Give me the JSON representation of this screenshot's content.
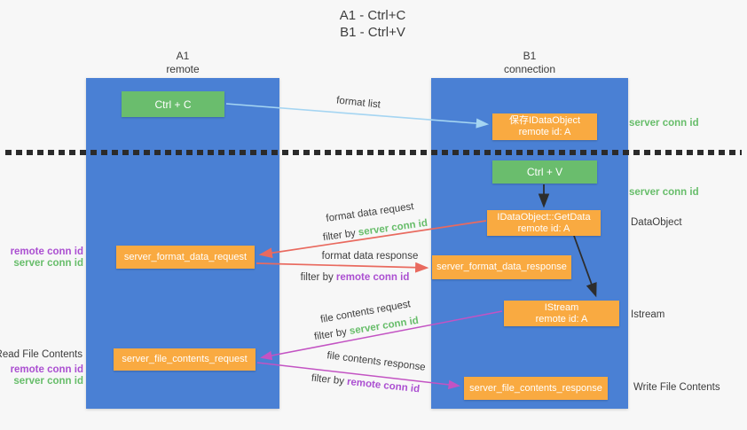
{
  "title": {
    "line1": "A1 - Ctrl+C",
    "line2": "B1 - Ctrl+V"
  },
  "lane_a": {
    "name": "A1",
    "subtitle": "remote"
  },
  "lane_b": {
    "name": "B1",
    "subtitle": "connection"
  },
  "nodes": {
    "ctrl_c": {
      "label": "Ctrl + C"
    },
    "save_dataobject": {
      "line1": "保存IDataObject",
      "line2": "remote id: A"
    },
    "ctrl_v": {
      "label": "Ctrl + V"
    },
    "getdata": {
      "line1": "IDataObject::GetData",
      "line2": "remote id: A"
    },
    "format_request": {
      "label": "server_format_data_request"
    },
    "format_response": {
      "label": "server_format_data_response"
    },
    "istream": {
      "line1": "IStream",
      "line2": "remote id: A"
    },
    "file_request": {
      "label": "server_file_contents_request"
    },
    "file_response": {
      "label": "server_file_contents_response"
    }
  },
  "edge_labels": {
    "format_list": "format list",
    "format_data_request": "format data request",
    "format_data_response": "format data response",
    "file_contents_request": "file contents request",
    "file_contents_response": "file contents response",
    "filter_by": "filter by ",
    "server_conn_id": "server conn id",
    "remote_conn_id": "remote conn id"
  },
  "annotations": {
    "left_format_remote": "remote conn id",
    "left_format_server": "server conn id",
    "read_file_contents": "Read File Contents",
    "left_file_remote": "remote conn id",
    "left_file_server": "server conn id",
    "right_server_conn_top": "server conn id",
    "right_server_conn_mid": "server conn id",
    "data_object": "DataObject",
    "istream": "Istream",
    "write_file_contents": "Write File Contents"
  },
  "colors": {
    "lane_blue": "#4a80d4",
    "box_green": "#6abd6d",
    "box_orange": "#f9aa41",
    "text_green": "#67bd6a",
    "text_purple": "#ab4fd1",
    "arrow_salmon": "#e96a5f",
    "arrow_magenta": "#c353c3",
    "arrow_lightblue": "#a5d5f2",
    "arrow_black": "#2d2d2d",
    "background": "#f7f7f7"
  }
}
